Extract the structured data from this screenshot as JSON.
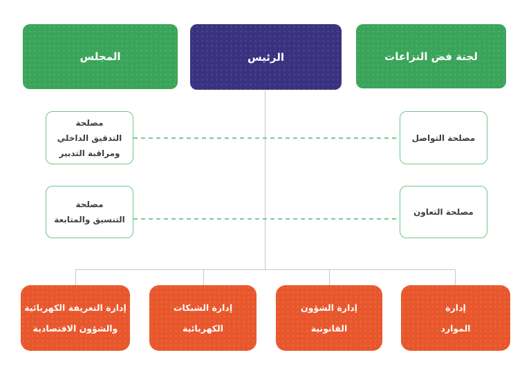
{
  "colors": {
    "green": "#3aa55a",
    "purple": "#3a3180",
    "orange": "#e8572c",
    "border_green": "#6ec487",
    "dash_green": "#7dc993",
    "connector": "#c6c6c6",
    "text_dark": "#3d3d44",
    "bg": "#ffffff"
  },
  "chart_title": "",
  "top": [
    {
      "label": "المجلس"
    },
    {
      "label": "الرئيس"
    },
    {
      "label": "لجنة فض النزاعات"
    }
  ],
  "services": [
    {
      "lines": [
        "مصلحة",
        "التدقيق الداخلي",
        "ومراقبة التدبير"
      ]
    },
    {
      "lines": [
        "مصلحة",
        "التنسيق والمتابعة"
      ]
    },
    {
      "lines": [
        "مصلحة التواصل"
      ]
    },
    {
      "lines": [
        "مصلحة التعاون"
      ]
    }
  ],
  "departments": [
    {
      "lines": [
        "إدارة التعريفة الكهربائية",
        "والشؤون الاقتصادية"
      ]
    },
    {
      "lines": [
        "إدارة الشبكات",
        "الكهربائية"
      ]
    },
    {
      "lines": [
        "إدارة الشؤون",
        "القانونية"
      ]
    },
    {
      "lines": [
        "إدارة",
        "الموارد"
      ]
    }
  ]
}
